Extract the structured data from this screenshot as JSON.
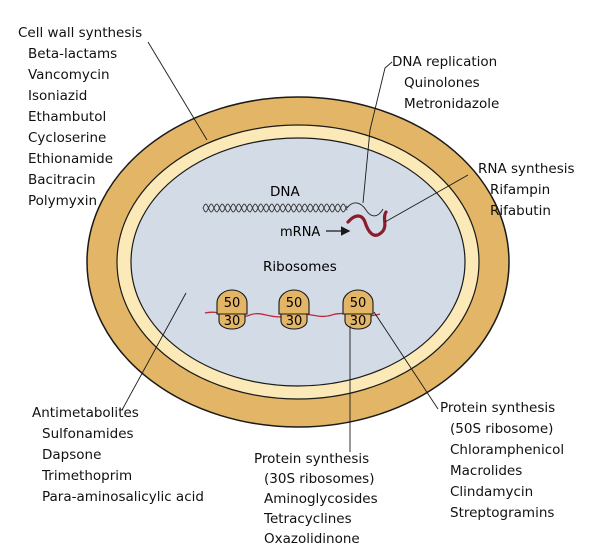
{
  "colors": {
    "outer_wall": "#e3b566",
    "inner_wall": "#fbeab8",
    "cytoplasm": "#d2dbe6",
    "outline": "#1a1a1a",
    "mrna": "#8b1c2c",
    "ribosome": "#e3b566"
  },
  "labels": {
    "dna": "DNA",
    "mrna": "mRNA",
    "ribosomes": "Ribosomes",
    "large_subunit": "50",
    "small_subunit": "30"
  },
  "groups": {
    "cell_wall": {
      "title": "Cell wall synthesis",
      "items": [
        "Beta-lactams",
        "Vancomycin",
        "Isoniazid",
        "Ethambutol",
        "Cycloserine",
        "Ethionamide",
        "Bacitracin",
        "Polymyxin"
      ]
    },
    "dna_replication": {
      "title": "DNA replication",
      "items": [
        "Quinolones",
        "Metronidazole"
      ]
    },
    "rna_synthesis": {
      "title": "RNA synthesis",
      "items": [
        "Rifampin",
        "Rifabutin"
      ]
    },
    "antimetabolites": {
      "title": "Antimetabolites",
      "items": [
        "Sulfonamides",
        "Dapsone",
        "Trimethoprim",
        "Para-aminosalicylic acid"
      ]
    },
    "protein_30s": {
      "title": "Protein synthesis",
      "items": [
        "(30S ribosomes)",
        "Aminoglycosides",
        "Tetracyclines",
        "Oxazolidinone"
      ]
    },
    "protein_50s": {
      "title": "Protein synthesis",
      "items": [
        "(50S ribosome)",
        "Chloramphenicol",
        "Macrolides",
        "Clindamycin",
        "Streptogramins"
      ]
    }
  }
}
